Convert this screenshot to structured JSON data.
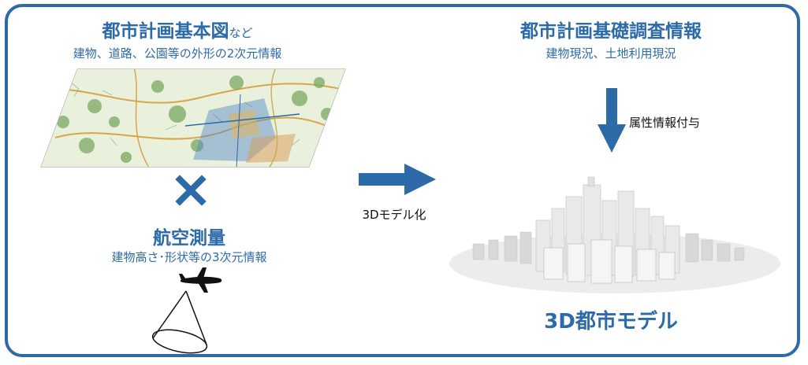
{
  "left": {
    "map_title": "都市計画基本図",
    "map_title_suffix": "など",
    "map_desc": "建物、道路、公園等の外形の2次元情報",
    "survey_title": "航空測量",
    "survey_desc": "建物高さ･形状等の3次元情報"
  },
  "center": {
    "process_label": "3Dモデル化"
  },
  "right": {
    "survey_info_title": "都市計画基礎調査情報",
    "survey_info_desc": "建物現況、土地利用現況",
    "attribute_label": "属性情報付与",
    "model_title": "3D都市モデル"
  },
  "colors": {
    "accent": "#2c6aa8",
    "map_green": "#7aa860",
    "map_blue": "#4f86c6"
  }
}
